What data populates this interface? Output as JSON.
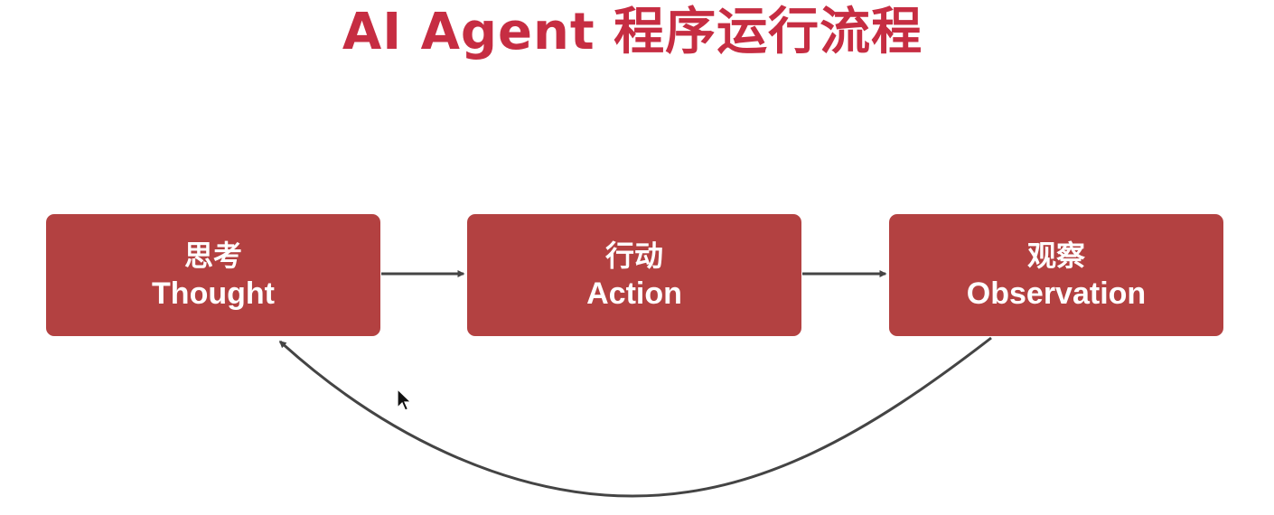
{
  "title": "AI Agent 程序运行流程",
  "nodes": [
    {
      "zh": "思考",
      "en": "Thought"
    },
    {
      "zh": "行动",
      "en": "Action"
    },
    {
      "zh": "观察",
      "en": "Observation"
    }
  ],
  "colors": {
    "title": "#c62d42",
    "node_fill": "#b34141",
    "node_text": "#ffffff",
    "arrow": "#444444"
  }
}
